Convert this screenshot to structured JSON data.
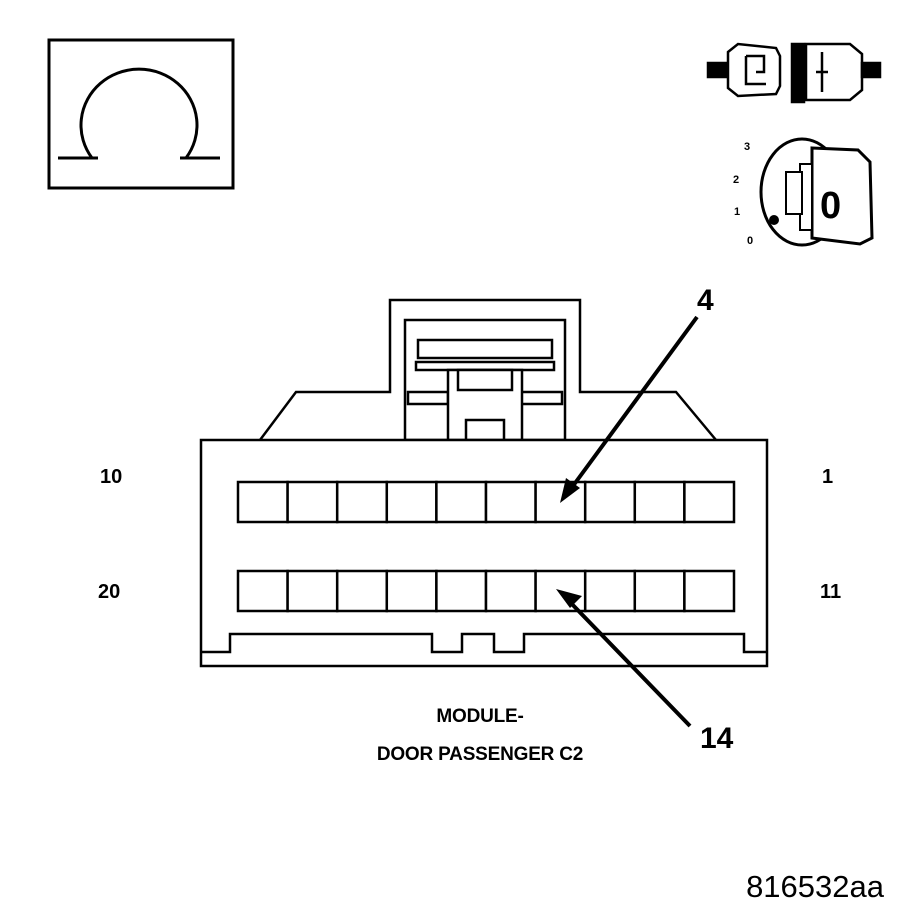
{
  "icons": {
    "ohmmeter": "omega-ohm-icon",
    "connector_disconnect": "disconnect-connector-icon",
    "ignition": "ignition-key-off-icon"
  },
  "ignition": {
    "dial_positions": [
      "3",
      "2",
      "1",
      "0"
    ],
    "key_letter": "0"
  },
  "connector": {
    "pin_labels": {
      "top_left": "10",
      "top_right": "1",
      "bottom_left": "20",
      "bottom_right": "11"
    },
    "callouts": {
      "upper": "4",
      "lower": "14"
    },
    "caption_line1": "MODULE-",
    "caption_line2": "DOOR PASSENGER C2"
  },
  "figure_id": "816532aa"
}
